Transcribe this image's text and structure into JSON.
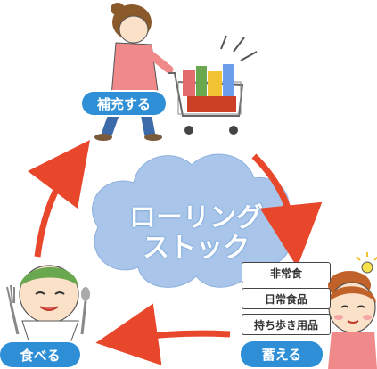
{
  "labels": {
    "replenish": "補充する",
    "eat": "食べる",
    "store": "蓄える"
  },
  "center": {
    "line1": "ローリング",
    "line2": "ストック"
  },
  "stock_items": [
    "非常食",
    "日常食品",
    "持ち歩き用品"
  ],
  "colors": {
    "label_blue": "#2f8fd6",
    "arrow_red": "#e8472c",
    "cloud": "#a9c6ea"
  }
}
